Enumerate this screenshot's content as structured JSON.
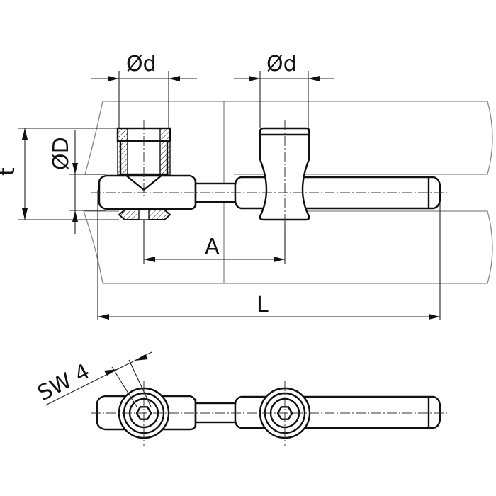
{
  "drawing": {
    "labels": {
      "diameter_left": "Ød",
      "diameter_right": "Ød",
      "diameter_big": "ØD",
      "thickness": "t",
      "distance": "A",
      "length": "L",
      "wrench_size": "SW 4"
    },
    "colors": {
      "line": "#111111",
      "workpiece_outline": "#888888",
      "background": "#ffffff"
    }
  }
}
